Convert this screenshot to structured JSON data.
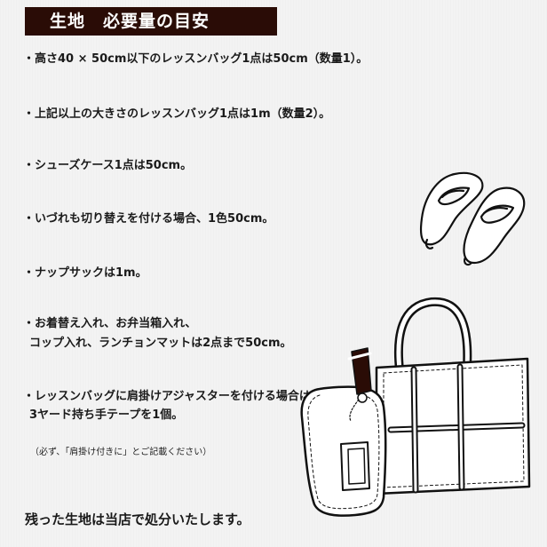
{
  "title": "生地　必要量の目安",
  "items": [
    "・高さ40 × 50cm以下のレッスンバッグ1点は50cm（数量1）。",
    "・上記以上の大きさのレッスンバッグ1点は1m（数量2）。",
    "・シューズケース1点は50cm。",
    "・いづれも切り替えを付ける場合、1色50cm。",
    "・ナップサックは1m。",
    "・お着替え入れ、お弁当箱入れ、",
    "コップ入れ、ランチョンマットは2点まで50cm。",
    "・レッスンバッグに肩掛けアジャスターを付ける場合は、",
    "3ヤード持ち手テープを1個。"
  ],
  "note": "（必ず、「肩掛け付きに」とご記載ください）",
  "footer": "残った生地は当店で処分いたします。",
  "icons": [
    "shoes-icon",
    "lesson-bag-icon",
    "shoe-bag-icon"
  ]
}
